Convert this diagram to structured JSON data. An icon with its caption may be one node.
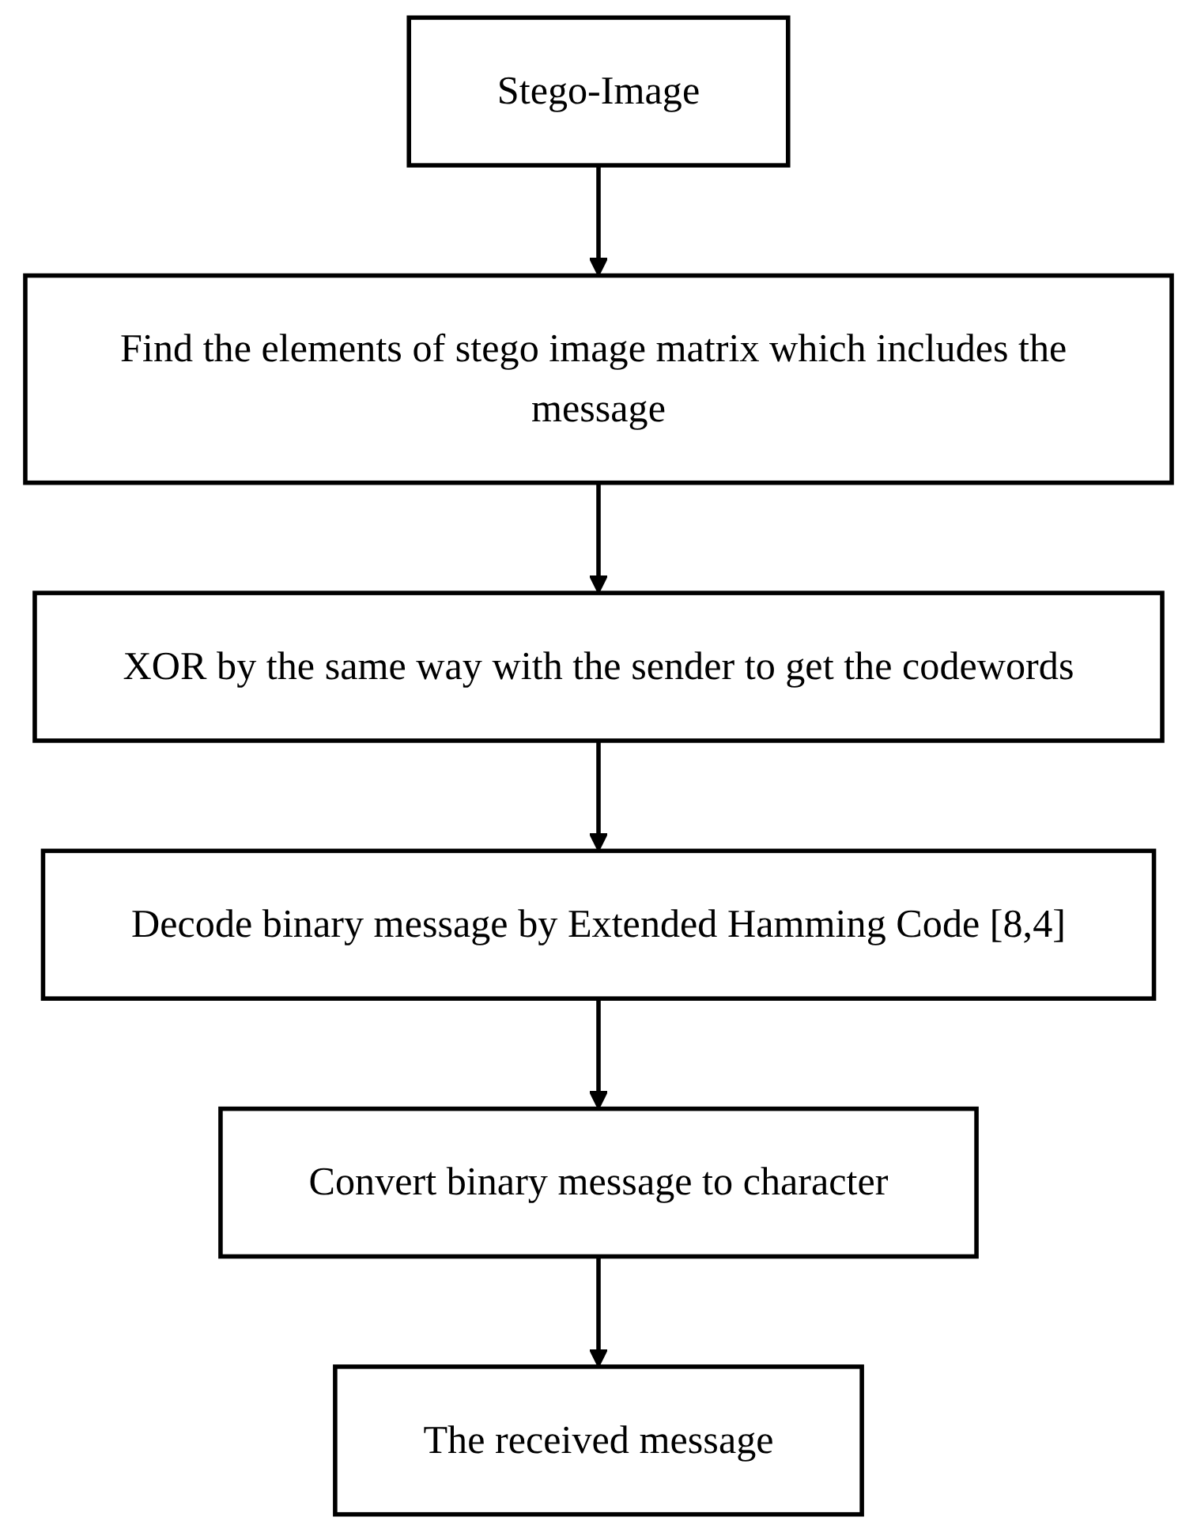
{
  "diagram": {
    "nodes": [
      {
        "text": [
          "Stego-Image"
        ]
      },
      {
        "text": [
          "Find the elements of stego image matrix which includes the message"
        ]
      },
      {
        "text": [
          "XOR by the same way with the sender to get the codewords"
        ]
      },
      {
        "text": [
          "Decode binary message by Extended Hamming Code [8,4]"
        ]
      },
      {
        "text": [
          "Convert binary message to character"
        ]
      },
      {
        "text": [
          "The received message"
        ]
      }
    ],
    "edges": [
      {
        "from": 0,
        "to": 1,
        "arrow": "to"
      },
      {
        "from": 1,
        "to": 2,
        "arrow": "to"
      },
      {
        "from": 2,
        "to": 3,
        "arrow": "to"
      },
      {
        "from": 3,
        "to": 4,
        "arrow": "to"
      },
      {
        "from": 4,
        "to": 5,
        "arrow": "to"
      }
    ]
  }
}
